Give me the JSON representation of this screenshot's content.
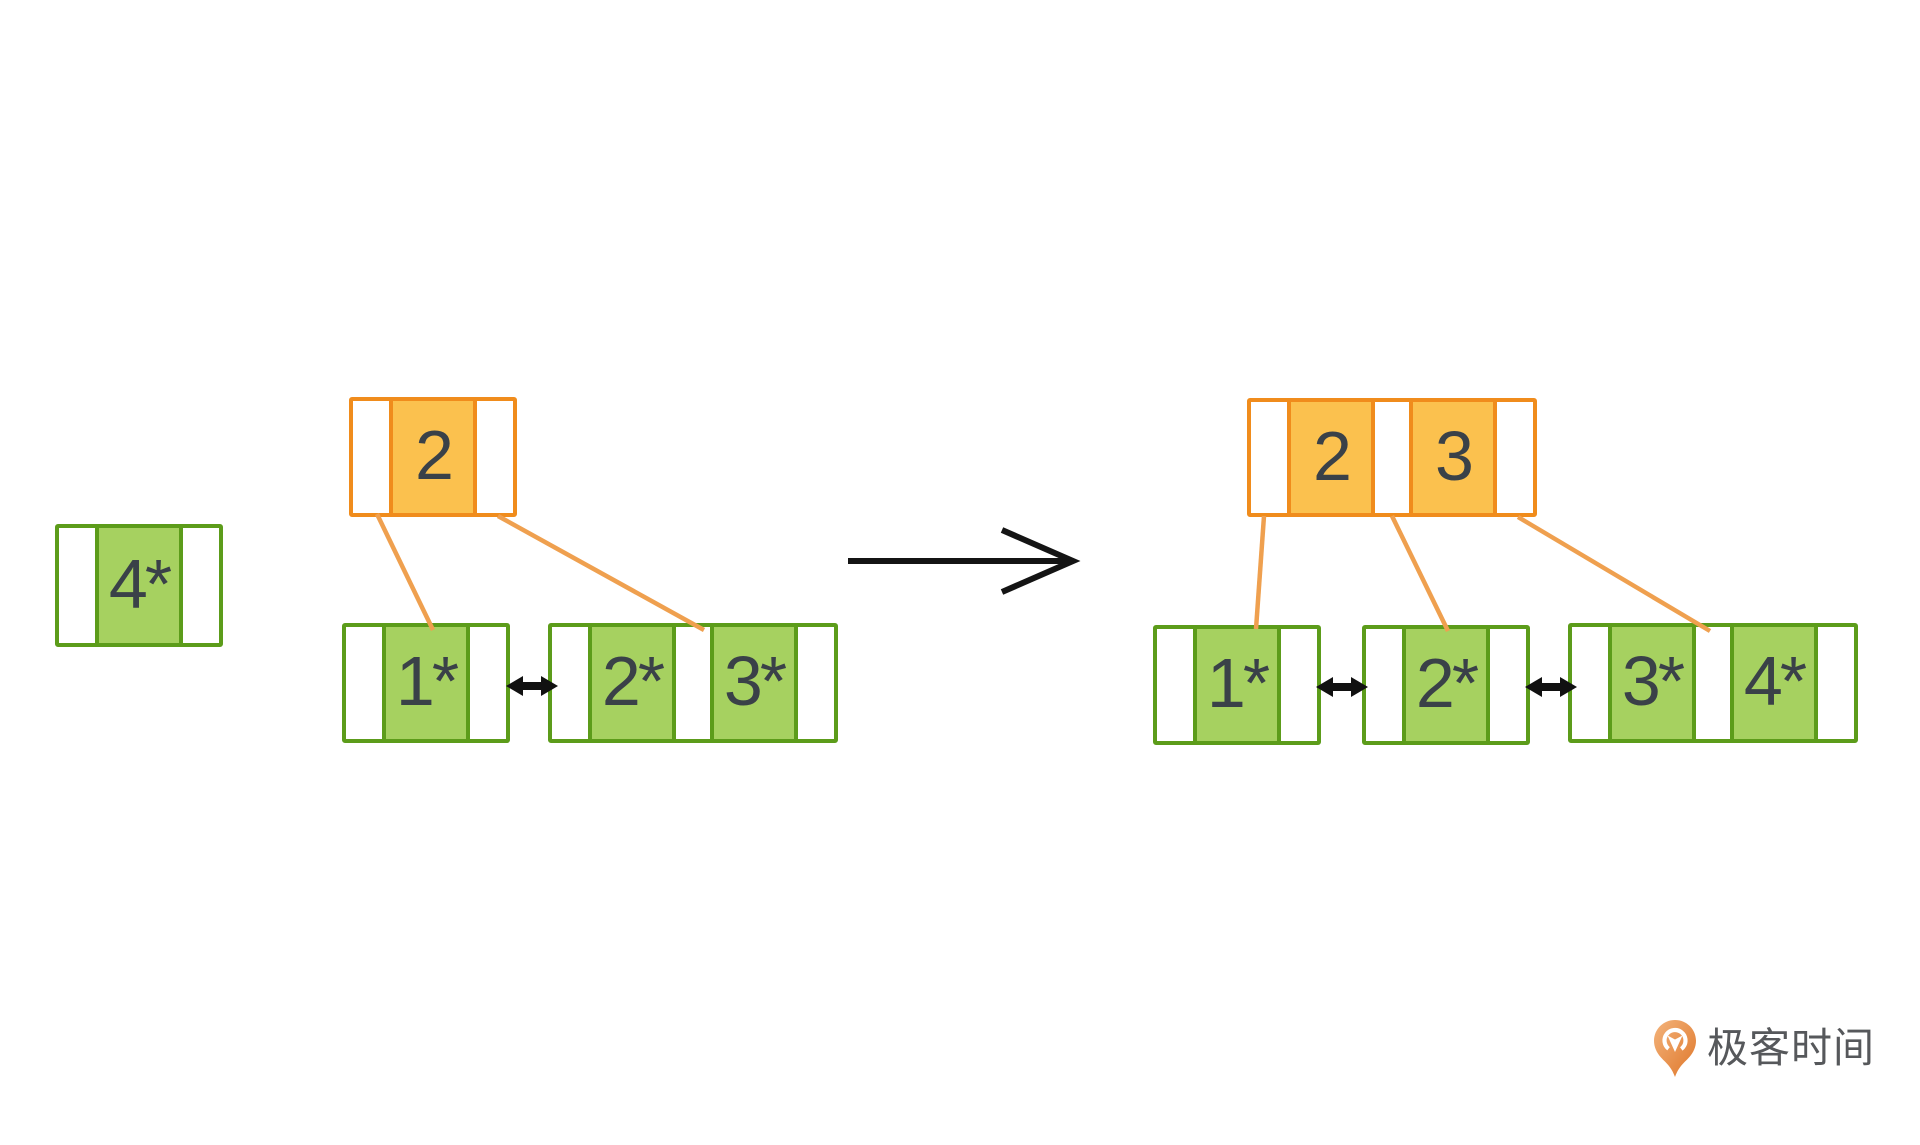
{
  "palette": {
    "green_border": "#5c9c1a",
    "green_fill": "#a6d160",
    "orange_border": "#f08c1c",
    "orange_fill": "#fbc14e",
    "connector_orange": "#efa04f",
    "arrow_black": "#141414",
    "key_text": "#3a4148",
    "logo_text_gray": "#56585b",
    "logo_orange_light": "#f3b37b",
    "logo_orange_dark": "#df772a"
  },
  "orphan_record": {
    "keys": [
      "4*"
    ]
  },
  "tree_before": {
    "root": {
      "keys": [
        "2"
      ]
    },
    "leaves": [
      {
        "keys": [
          "1*"
        ]
      },
      {
        "keys": [
          "2*",
          "3*"
        ]
      }
    ]
  },
  "tree_after": {
    "root": {
      "keys": [
        "2",
        "3"
      ]
    },
    "leaves": [
      {
        "keys": [
          "1*"
        ]
      },
      {
        "keys": [
          "2*"
        ]
      },
      {
        "keys": [
          "3*",
          "4*"
        ]
      }
    ]
  },
  "logo": {
    "text": "极客时间"
  }
}
